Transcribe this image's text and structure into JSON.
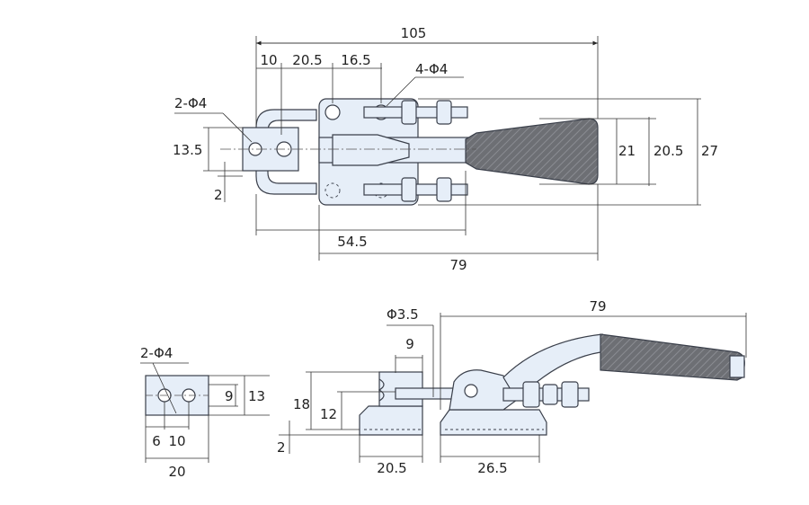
{
  "top_view": {
    "dims": {
      "total_length": "105",
      "d10": "10",
      "d20_5": "20.5",
      "d16_5": "16.5",
      "holes_4": "4-Φ4",
      "holes_2": "2-Φ4",
      "h13_5": "13.5",
      "h2": "2",
      "h21": "21",
      "h20_5": "20.5",
      "h27": "27",
      "len54_5": "54.5",
      "len79": "79"
    }
  },
  "end_view": {
    "dims": {
      "holes_2": "2-Φ4",
      "h9": "9",
      "h13": "13",
      "w6": "6",
      "w10": "10",
      "w20": "20"
    }
  },
  "side_view": {
    "dims": {
      "dia3_5": "Φ3.5",
      "w9": "9",
      "len79": "79",
      "h18": "18",
      "h12": "12",
      "h2": "2",
      "w20_5": "20.5",
      "w26_5": "26.5"
    }
  },
  "colors": {
    "body": "#e6eef8",
    "handle": "#6d6f74",
    "line": "#3a3f4a"
  }
}
